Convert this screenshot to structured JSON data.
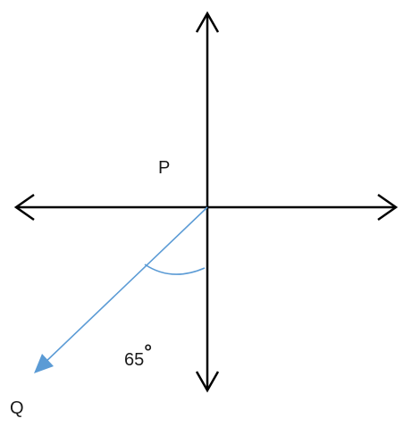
{
  "labels": {
    "point_p": "P",
    "point_q": "Q",
    "angle_value": "65",
    "angle_unit": "°"
  },
  "colors": {
    "axis": "#000000",
    "ray": "#5b9bd5",
    "background": "#ffffff"
  },
  "angle_degrees": 65
}
